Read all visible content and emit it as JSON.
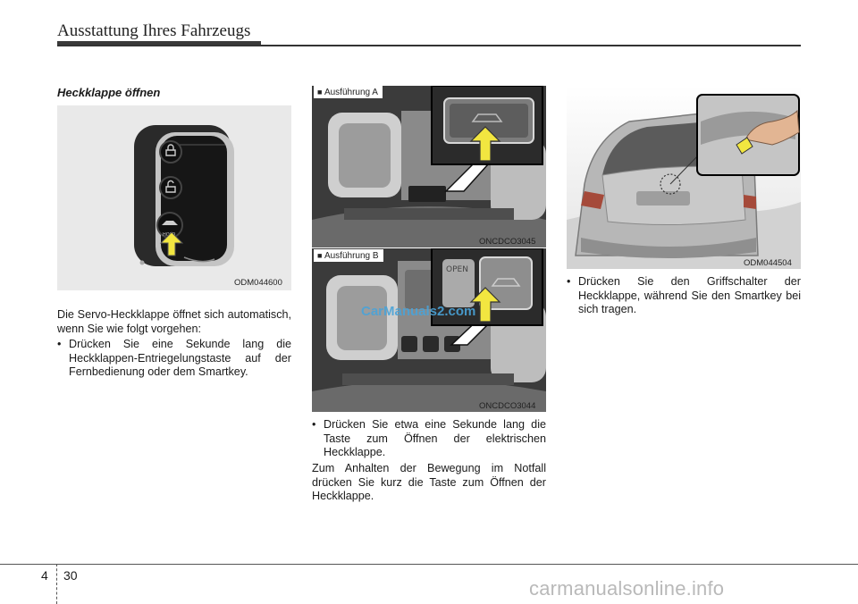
{
  "header": {
    "title": "Ausstattung Ihres Fahrzeugs"
  },
  "section": {
    "title": "Heckklappe öffnen"
  },
  "figures": {
    "smartkey": {
      "code": "ODM044600",
      "hold_label": "HOLD"
    },
    "variant_a": {
      "label": "Ausführung A",
      "code": "ONCDCO3045"
    },
    "variant_b": {
      "label": "Ausführung B",
      "code": "ONCDCO3044",
      "open_label": "OPEN"
    },
    "rear": {
      "code": "ODM044504"
    }
  },
  "col1": {
    "intro": "Die Servo-Heckklappe öffnet sich automatisch, wenn Sie wie folgt vorgehen:",
    "bullet1": "Drücken Sie eine Sekunde lang die Heckklappen-Entriegelungstaste auf der Fernbedienung oder dem Smartkey."
  },
  "col2": {
    "bullet1": "Drücken Sie etwa eine Sekunde lang die Taste zum Öffnen der elektrischen Heckklappe.",
    "para": "Zum Anhalten der Bewegung im Notfall drücken Sie kurz die Taste zum Öffnen der Heckklappe."
  },
  "col3": {
    "bullet1": "Drücken Sie den Griffschalter der Heckklappe, während Sie den Smartkey bei sich tragen."
  },
  "footer": {
    "chapter": "4",
    "page": "30"
  },
  "watermarks": {
    "mid": "CarManuals2.com",
    "site": "carmanualsonline.info"
  },
  "bullet_symbol": "•",
  "colors": {
    "arrow": "#f2e640",
    "rule": "#333333",
    "figure_bg": "#e9e9e9"
  }
}
